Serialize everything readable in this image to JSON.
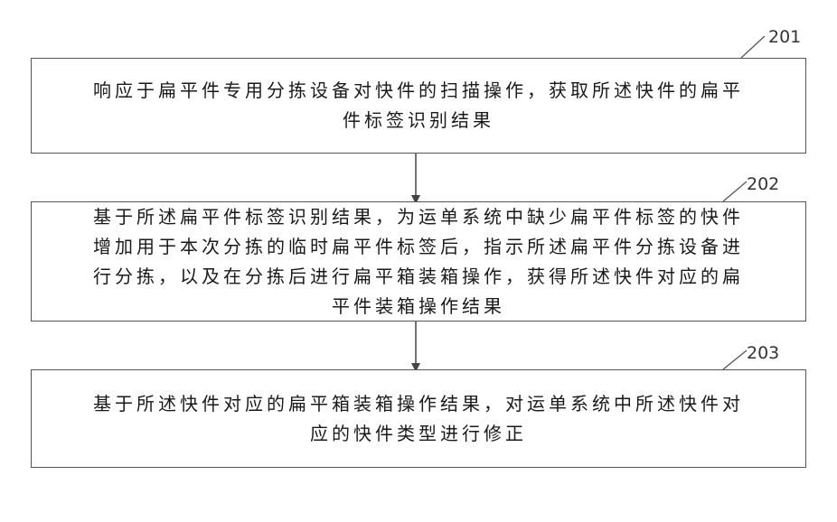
{
  "steps": [
    {
      "number": "201",
      "text": "响应于扁平件专用分拣设备对快件的扫描操作，获取所述快件的扁平\n件标签识别结果"
    },
    {
      "number": "202",
      "text": "基于所述扁平件标签识别结果，为运单系统中缺少扁平件标签的快件\n增加用于本次分拣的临时扁平件标签后，指示所述扁平件分拣设备进\n行分拣，以及在分拣后进行扁平箱装箱操作，获得所述快件对应的扁\n平件装箱操作结果"
    },
    {
      "number": "203",
      "text": "基于所述快件对应的扁平箱装箱操作结果，对运单系统中所述快件对\n应的快件类型进行修正"
    }
  ]
}
